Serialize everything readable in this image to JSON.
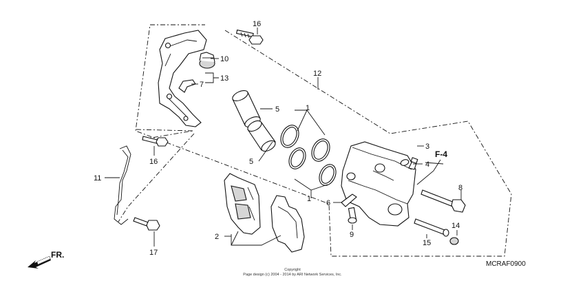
{
  "callouts": [
    "1",
    "1",
    "2",
    "3",
    "4",
    "5",
    "5",
    "6",
    "7",
    "8",
    "9",
    "10",
    "11",
    "12",
    "13",
    "14",
    "15",
    "16",
    "16",
    "17"
  ],
  "ref_label": "F-4",
  "direction_label": "FR.",
  "diagram_code": "MCRAF0900",
  "copyright": {
    "line1": "Copyright",
    "line2": "Page design (c) 2004 - 2014 by ARI Network Services, Inc."
  }
}
